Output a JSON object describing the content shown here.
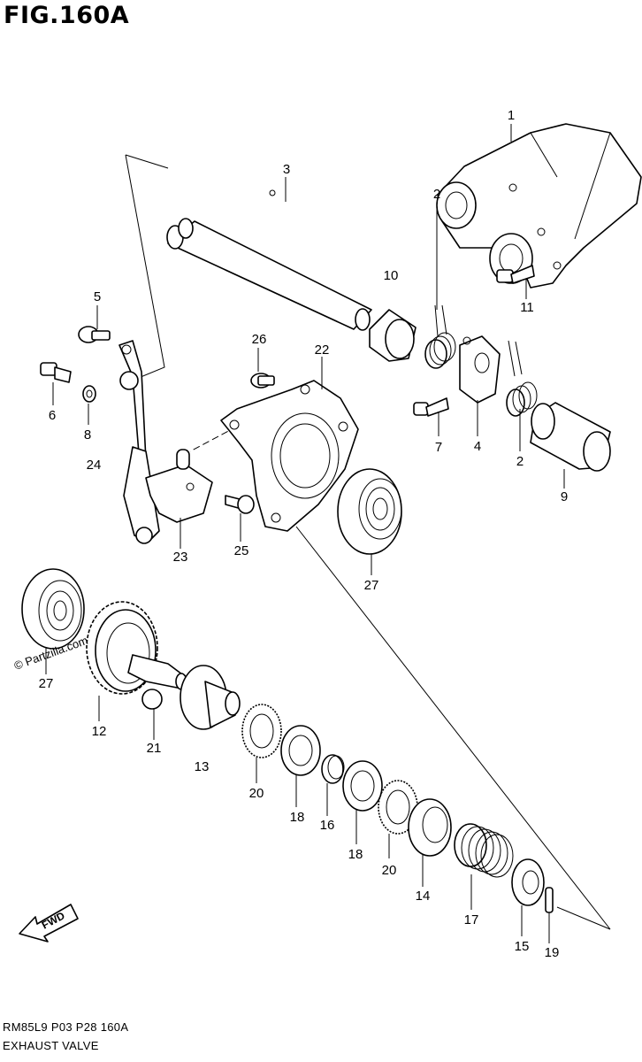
{
  "figure": {
    "title": "FIG.160A"
  },
  "footer": {
    "code": "RM85L9 P03 P28 160A",
    "name": "EXHAUST VALVE"
  },
  "watermark": "© Partzilla.com",
  "fwd_label": "FWD",
  "callouts": {
    "c1": "1",
    "c2a": "2",
    "c2b": "2",
    "c3": "3",
    "c4": "4",
    "c5": "5",
    "c6": "6",
    "c7": "7",
    "c8": "8",
    "c9": "9",
    "c10": "10",
    "c11": "11",
    "c12": "12",
    "c13": "13",
    "c14": "14",
    "c15": "15",
    "c16": "16",
    "c17": "17",
    "c18a": "18",
    "c18b": "18",
    "c19": "19",
    "c20a": "20",
    "c20b": "20",
    "c21": "21",
    "c22": "22",
    "c23": "23",
    "c24": "24",
    "c25": "25",
    "c26": "26",
    "c27a": "27",
    "c27b": "27"
  }
}
